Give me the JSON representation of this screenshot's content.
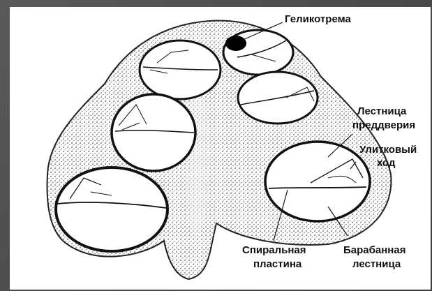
{
  "labels": {
    "helicotrema": "Геликотрема",
    "scala_vestibuli_1": "Лестница",
    "scala_vestibuli_2": "преддверия",
    "cochlear_duct_1": "Улитковый",
    "cochlear_duct_2": "ход",
    "spiral_lamina_1": "Спиральная",
    "spiral_lamina_2": "пластина",
    "scala_tympani_1": "Барабанная",
    "scala_tympani_2": "лестница"
  },
  "colors": {
    "background": "#4a4a4a",
    "sheet": "#ffffff",
    "ink": "#111111",
    "tissue_dots": "#333333"
  }
}
